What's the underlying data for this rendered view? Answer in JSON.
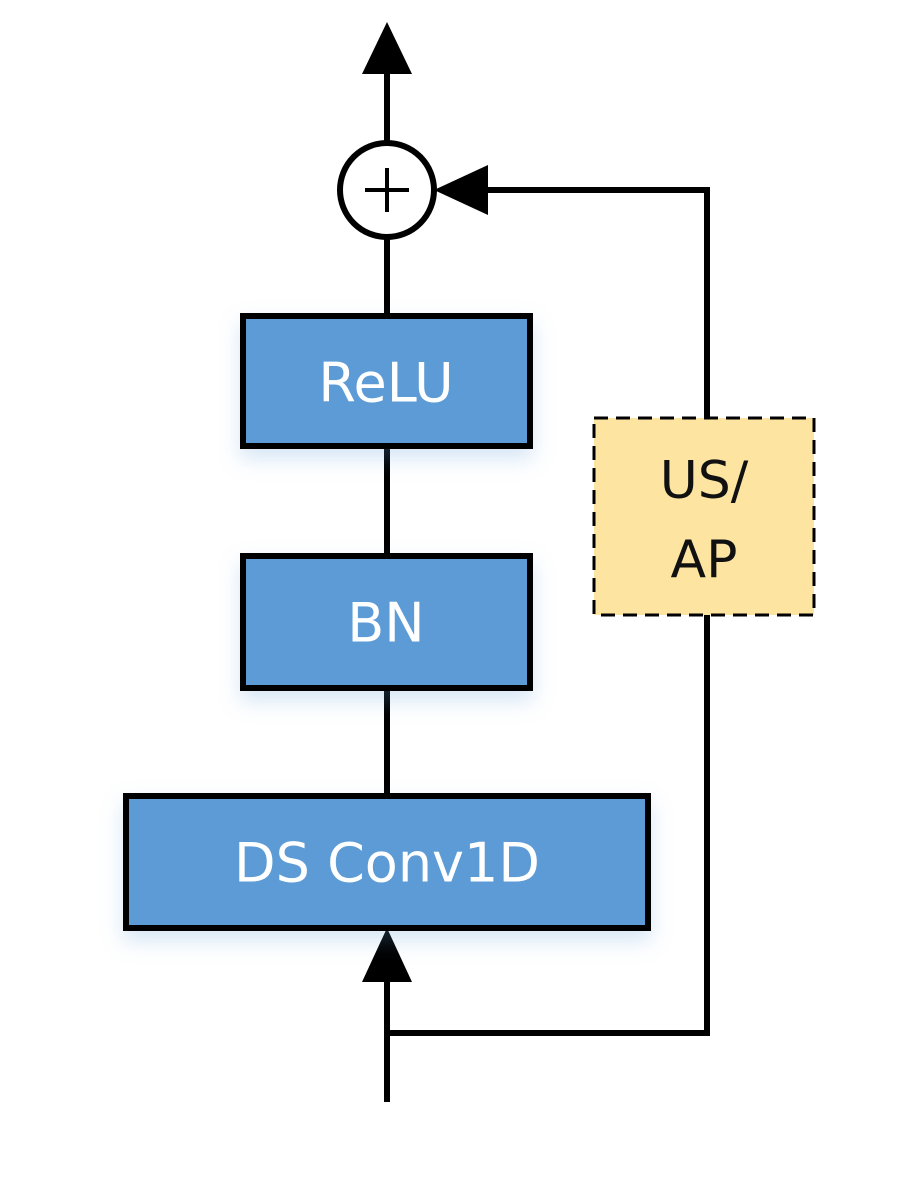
{
  "blocks": {
    "relu": {
      "label": "ReLU"
    },
    "bn": {
      "label": "BN"
    },
    "ds_conv": {
      "label": "DS Conv1D"
    }
  },
  "skip_block": {
    "line1": "US/",
    "line2": "AP"
  },
  "colors": {
    "block_fill": "#5b9bd5",
    "skip_fill": "#fde5a1",
    "stroke": "#000000"
  }
}
